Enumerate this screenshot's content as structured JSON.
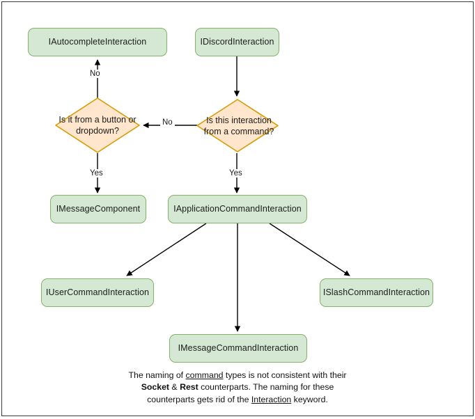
{
  "diagram": {
    "title": "Discord interaction type hierarchy flowchart",
    "colors": {
      "box_fill": "#d5e8d4",
      "box_stroke": "#82b366",
      "diamond_fill": "#ffe6cc",
      "diamond_stroke": "#d79b00",
      "edge_stroke": "#000000",
      "frame_stroke": "#3a3a3a",
      "text": "#1b1b1b"
    },
    "nodes": [
      {
        "id": "autocomplete",
        "shape": "box",
        "label": "IAutocompleteInteraction"
      },
      {
        "id": "discord",
        "shape": "box",
        "label": "IDiscordInteraction"
      },
      {
        "id": "decision_button",
        "shape": "diamond",
        "label": "Is it from a button or dropdown?"
      },
      {
        "id": "decision_command",
        "shape": "diamond",
        "label": "Is this interaction from a command?"
      },
      {
        "id": "message_component",
        "shape": "box",
        "label": "IMessageComponent"
      },
      {
        "id": "app_command",
        "shape": "box",
        "label": "IApplicationCommandInteraction"
      },
      {
        "id": "user_command",
        "shape": "box",
        "label": "IUserCommandInteraction"
      },
      {
        "id": "slash_command",
        "shape": "box",
        "label": "ISlashCommandInteraction"
      },
      {
        "id": "message_command",
        "shape": "box",
        "label": "IMessageCommandInteraction"
      }
    ],
    "edges": [
      {
        "from": "discord",
        "to": "decision_command",
        "label": ""
      },
      {
        "from": "decision_command",
        "to": "decision_button",
        "label": "No"
      },
      {
        "from": "decision_button",
        "to": "autocomplete",
        "label": "No"
      },
      {
        "from": "decision_button",
        "to": "message_component",
        "label": "Yes"
      },
      {
        "from": "decision_command",
        "to": "app_command",
        "label": "Yes"
      },
      {
        "from": "app_command",
        "to": "user_command",
        "label": ""
      },
      {
        "from": "app_command",
        "to": "message_command",
        "label": ""
      },
      {
        "from": "app_command",
        "to": "slash_command",
        "label": ""
      }
    ],
    "edge_labels": {
      "no_to_autocomplete": "No",
      "no_between_decisions": "No",
      "yes_to_message_component": "Yes",
      "yes_to_app_command": "Yes"
    },
    "caption": {
      "line1_a": "The naming of ",
      "line1_underline": "command",
      "line1_b": " types is not consistent with their",
      "line2_a": "Socket",
      "line2_amp": " & ",
      "line2_b": "Rest",
      "line2_rest": " counterparts. The naming for these",
      "line3_a": "counterparts gets rid of the ",
      "line3_underline": "Interaction",
      "line3_b": " keyword."
    }
  }
}
